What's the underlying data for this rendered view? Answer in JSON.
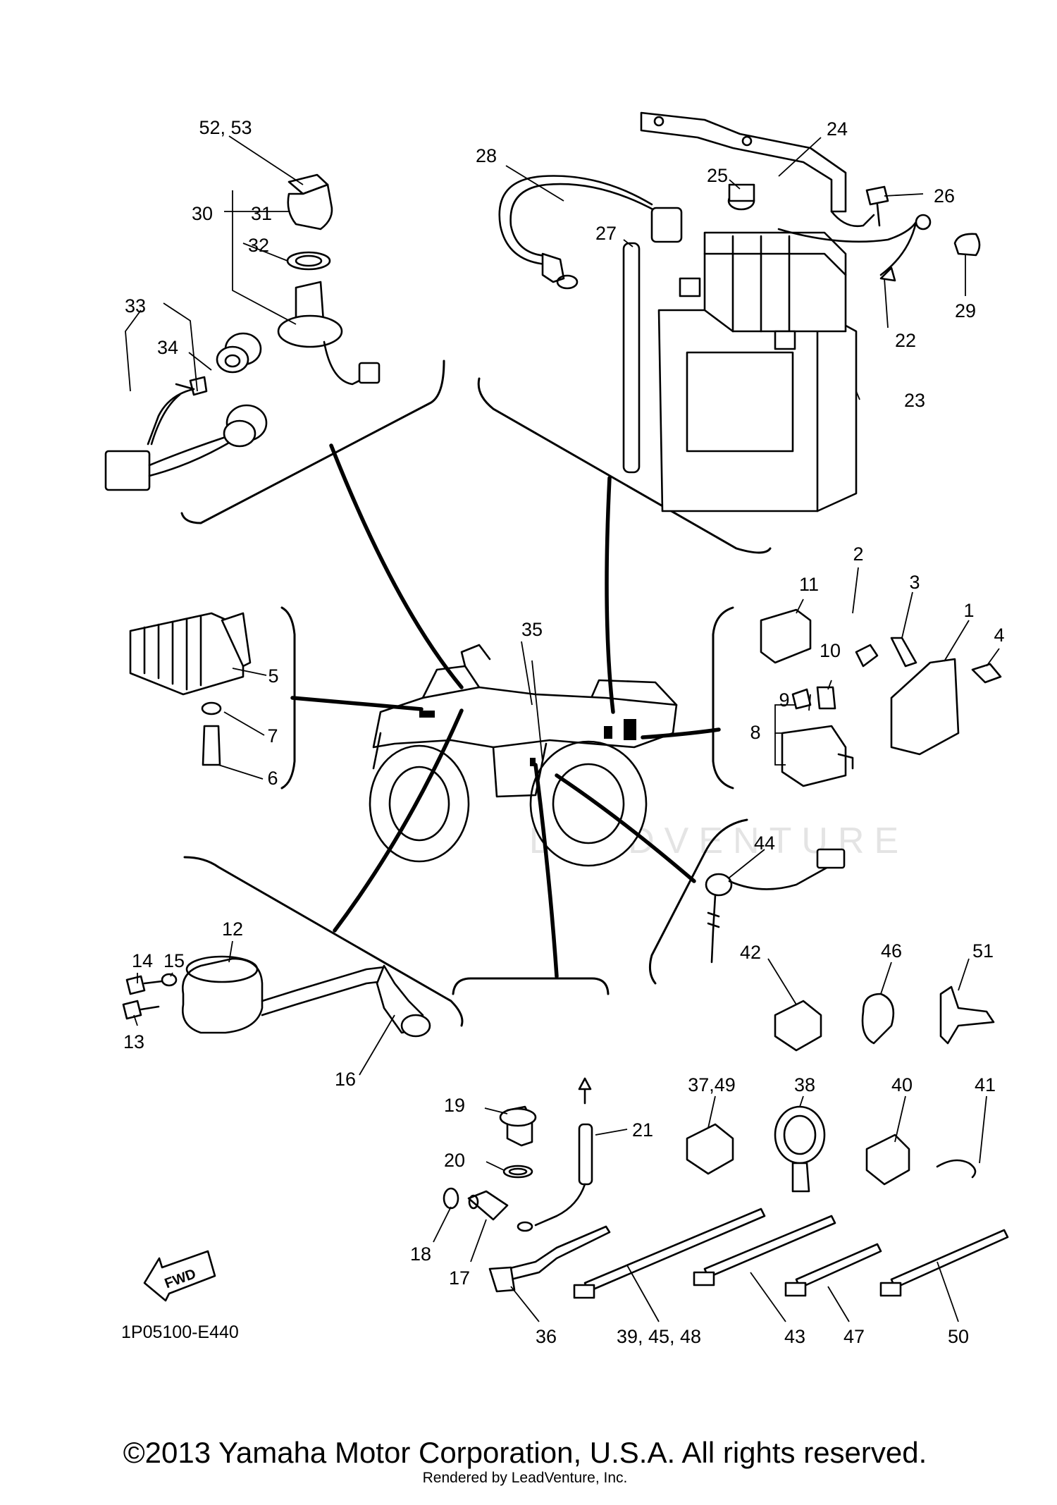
{
  "diagram": {
    "diagram_code": "1P05100-E440",
    "fwd_label": "FWD",
    "watermark": "LEADVENTURE",
    "copyright": "©2013 Yamaha Motor Corporation, U.S.A. All rights reserved.",
    "rendered_by": "Rendered by LeadVenture, Inc."
  },
  "callouts": [
    "52, 53",
    "30",
    "31",
    "32",
    "33",
    "34",
    "28",
    "27",
    "25",
    "24",
    "26",
    "29",
    "22",
    "23",
    "5",
    "7",
    "6",
    "35",
    "2",
    "3",
    "1",
    "4",
    "11",
    "10",
    "9",
    "8",
    "12",
    "14",
    "15",
    "13",
    "16",
    "44",
    "42",
    "46",
    "51",
    "19",
    "20",
    "21",
    "18",
    "17",
    "37,49",
    "38",
    "40",
    "41",
    "36",
    "39, 45, 48",
    "43",
    "47",
    "50"
  ]
}
